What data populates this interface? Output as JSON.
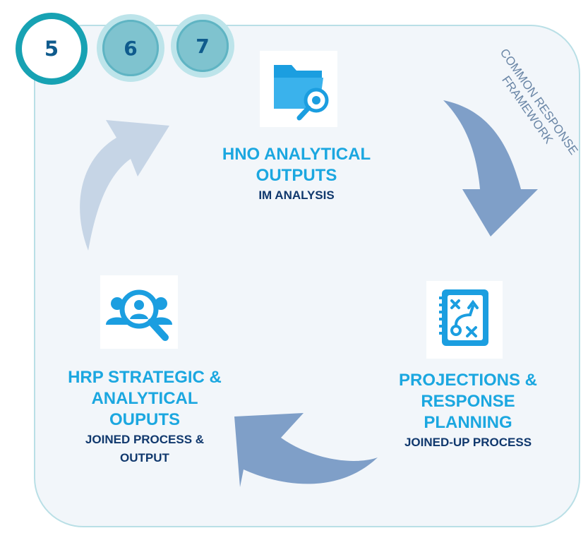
{
  "badges": [
    {
      "label": "5"
    },
    {
      "label": "6"
    },
    {
      "label": "7"
    }
  ],
  "side_label": {
    "line1": "COMMON RESPONSE",
    "line2": "FRAMEWORK"
  },
  "nodes": {
    "top": {
      "title_line1": "HNO ANALYTICAL",
      "title_line2": "OUTPUTS",
      "subtitle": "IM ANALYSIS",
      "icon": "folder-search-icon"
    },
    "right": {
      "title_line1": "PROJECTIONS &",
      "title_line2": "RESPONSE",
      "title_line3": "PLANNING",
      "subtitle": "JOINED-UP PROCESS",
      "icon": "strategy-board-icon"
    },
    "left": {
      "title_line1": "HRP STRATEGIC &",
      "title_line2": "ANALYTICAL",
      "title_line3": "OUPUTS",
      "subtitle_line1": "JOINED PROCESS &",
      "subtitle_line2": "OUTPUT",
      "icon": "people-search-icon"
    }
  },
  "colors": {
    "title": "#1ba7e0",
    "subtitle": "#10386d",
    "arrow": "#7f9fc8",
    "arrow_light": "#c6d5e6",
    "frame_border": "#b9dfe6",
    "badge_ring": "#17a2b3"
  }
}
